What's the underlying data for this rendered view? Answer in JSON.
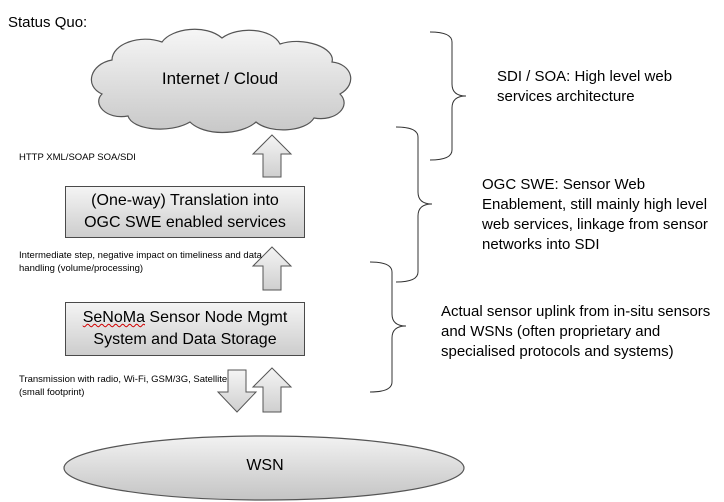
{
  "title": "Status Quo:",
  "cloud": {
    "label": "Internet / Cloud"
  },
  "boxes": {
    "translation": {
      "line1": "(One-way) Translation into",
      "line2": "OGC SWE enabled services"
    },
    "senoma": {
      "word": "SeNoMa",
      "rest": " Sensor Node Mgmt",
      "line2": "System and Data Storage"
    }
  },
  "notes": {
    "http": "HTTP XML/SOAP SOA/SDI",
    "intermediate": "Intermediate step, negative impact on timeliness and data handling (volume/processing)",
    "transmission": "Transmission with radio, Wi-Fi, GSM/3G, Satellite (small footprint)"
  },
  "wsn": {
    "label": "WSN"
  },
  "side_labels": {
    "sdi": "SDI / SOA: High level web services architecture",
    "ogc": "OGC SWE: Sensor Web Enablement, still mainly high level web services, linkage from sensor networks into SDI",
    "sensor": "Actual sensor uplink from in-situ sensors and WSNs (often proprietary and specialised protocols and systems)"
  }
}
